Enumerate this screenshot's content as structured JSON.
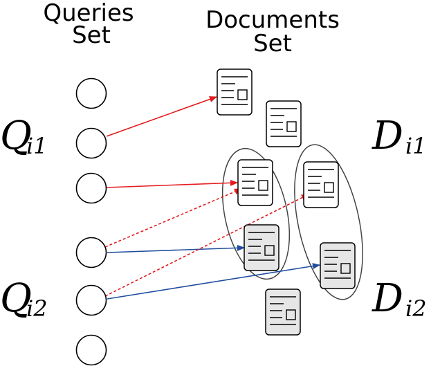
{
  "headers": {
    "queries_line1": "Queries",
    "queries_line2": "Set",
    "documents_line1": "Documents",
    "documents_line2": "Set"
  },
  "query_labels": [
    {
      "base": "Q",
      "sub": "i1"
    },
    {
      "base": "Q",
      "sub": "i2"
    }
  ],
  "doc_labels": [
    {
      "base": "D",
      "sub": "i1"
    },
    {
      "base": "D",
      "sub": "i2"
    }
  ],
  "colors": {
    "red": "#e41a1c",
    "blue": "#1f4e9e",
    "doc_grey": "#e6e6e6"
  },
  "nodes": {
    "queries": [
      "q1",
      "q2",
      "q3",
      "q4",
      "q5",
      "q6"
    ],
    "documents": [
      {
        "id": "d1",
        "shade": "white"
      },
      {
        "id": "d2",
        "shade": "white"
      },
      {
        "id": "d3",
        "shade": "white"
      },
      {
        "id": "d4",
        "shade": "grey"
      },
      {
        "id": "d5",
        "shade": "white"
      },
      {
        "id": "d6",
        "shade": "grey"
      },
      {
        "id": "d7",
        "shade": "grey"
      }
    ],
    "clusters": [
      "cluster-1",
      "cluster-2"
    ]
  },
  "edges": [
    {
      "from": "q2",
      "to": "d1",
      "color": "red",
      "style": "solid"
    },
    {
      "from": "q3",
      "to": "d3",
      "color": "red",
      "style": "solid"
    },
    {
      "from": "q4",
      "to": "d3",
      "color": "red",
      "style": "dashed"
    },
    {
      "from": "q4",
      "to": "d4",
      "color": "blue",
      "style": "solid"
    },
    {
      "from": "q5",
      "to": "d5",
      "color": "red",
      "style": "dashed"
    },
    {
      "from": "q5",
      "to": "d6",
      "color": "blue",
      "style": "solid"
    }
  ]
}
